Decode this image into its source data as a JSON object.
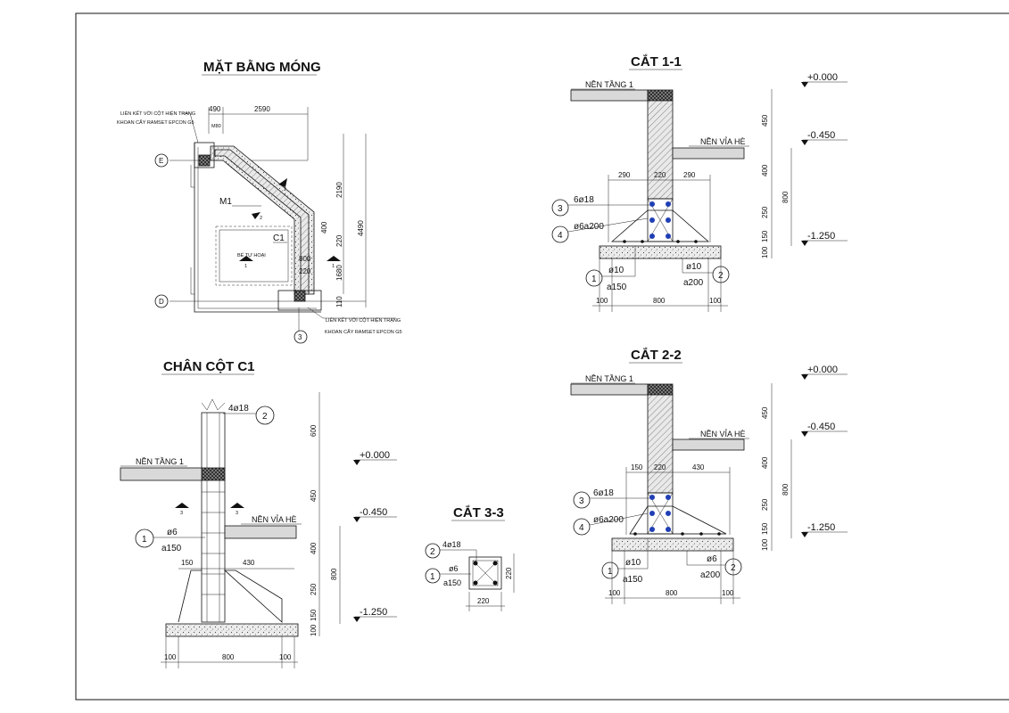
{
  "plan": {
    "title": "MẶT BẰNG MÓNG",
    "note1_line1": "LIÊN KẾT VỚI CỘT HIỆN TRẠNG",
    "note1_line2": "KHOAN CẤY RAMSET EPCON G5",
    "note2_line1": "LIÊN KẾT VỚI CỘT HIỆN TRẠNG",
    "note2_line2": "KHOAN CẤY RAMSET EPCON G5",
    "dim_top_1": "490",
    "dim_top_2": "2590",
    "dim_right_1": "2190",
    "dim_right_2": "4490",
    "dim_right_3": "220",
    "dim_right_4": "1680",
    "dim_right_5": "400",
    "dim_right_6": "110",
    "dim_inner": "800",
    "dim_inner_2": "220",
    "beam_label": "M1",
    "col_label": "C1",
    "tank_label": "BỂ TỰ HOẠI",
    "m80": "M80",
    "axis_e": "E",
    "axis_d": "D",
    "axis_3": "3",
    "sec1": "1",
    "sec1b": "1",
    "sec2": "2",
    "sec2b": "2"
  },
  "cut11": {
    "title": "CẮT 1-1",
    "floor_label": "NỀN TẦNG 1",
    "sidewalk_label": "NỀN VỈA HÈ",
    "lvl_0": "+0.000",
    "lvl_045": "-0.450",
    "lvl_125": "-1.250",
    "d450": "450",
    "d400": "400",
    "d800": "800",
    "d250": "250",
    "d150": "150",
    "d100": "100",
    "top_dim_1": "290",
    "top_dim_2": "220",
    "top_dim_3": "290",
    "callout3": "3",
    "callout4": "4",
    "callout1": "1",
    "callout2": "2",
    "rebar_main": "6ø18",
    "rebar_stirrup": "ø6a200",
    "rebar_bottom_a": "ø10",
    "rebar_bottom_a_sp": "a150",
    "rebar_bottom_b": "ø10",
    "rebar_bottom_b_sp": "a200",
    "bot_dim_1": "100",
    "bot_dim_2": "800",
    "bot_dim_3": "100"
  },
  "cut22": {
    "title": "CẮT 2-2",
    "floor_label": "NỀN TẦNG 1",
    "sidewalk_label": "NỀN VỈA HÈ",
    "lvl_0": "+0.000",
    "lvl_045": "-0.450",
    "lvl_125": "-1.250",
    "d450": "450",
    "d400": "400",
    "d800": "800",
    "d250": "250",
    "d150": "150",
    "d100": "100",
    "top_dim_1": "150",
    "top_dim_2": "220",
    "top_dim_3": "430",
    "callout3": "3",
    "callout4": "4",
    "callout1": "1",
    "callout2": "2",
    "rebar_main": "6ø18",
    "rebar_stirrup": "ø6a200",
    "rebar_bottom_a": "ø10",
    "rebar_bottom_a_sp": "a150",
    "rebar_bottom_b": "ø6",
    "rebar_bottom_b_sp": "a200",
    "bot_dim_1": "100",
    "bot_dim_2": "800",
    "bot_dim_3": "100"
  },
  "column": {
    "title": "CHÂN CỘT C1",
    "floor_label": "NỀN TẦNG 1",
    "sidewalk_label": "NỀN VỈA HÈ",
    "lvl_0": "+0.000",
    "lvl_045": "-0.450",
    "lvl_125": "-1.250",
    "d600": "600",
    "d450": "450",
    "d400": "400",
    "d800": "800",
    "d250": "250",
    "d150": "150",
    "d100": "100",
    "rebar_main": "4ø18",
    "callout2": "2",
    "callout1": "1",
    "stirrup": "ø6",
    "stirrup_sp": "a150",
    "sec3a": "3",
    "sec3b": "3",
    "dim150": "150",
    "dim430": "430",
    "bot_dim_1": "100",
    "bot_dim_2": "800",
    "bot_dim_3": "100"
  },
  "cut33": {
    "title": "CẮT 3-3",
    "callout2": "2",
    "callout1": "1",
    "rebar_main": "4ø18",
    "stirrup": "ø6",
    "stirrup_sp": "a150",
    "dim_right": "220",
    "dim_bottom": "220"
  }
}
